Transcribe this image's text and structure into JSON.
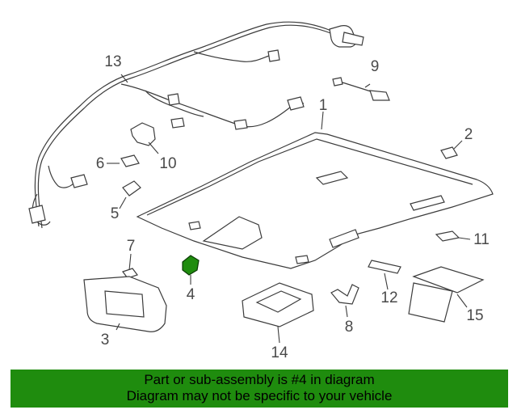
{
  "diagram": {
    "highlight_color": "#1f8c0e",
    "callouts": {
      "c1": "1",
      "c2": "2",
      "c3": "3",
      "c4": "4",
      "c5": "5",
      "c6": "6",
      "c7": "7",
      "c8": "8",
      "c9": "9",
      "c10": "10",
      "c11": "11",
      "c12": "12",
      "c13": "13",
      "c14": "14",
      "c15": "15"
    }
  },
  "banner": {
    "line1": "Part or sub-assembly is #4 in diagram",
    "line2": "Diagram may not be specific to your vehicle",
    "background": "#1f8c0e"
  }
}
